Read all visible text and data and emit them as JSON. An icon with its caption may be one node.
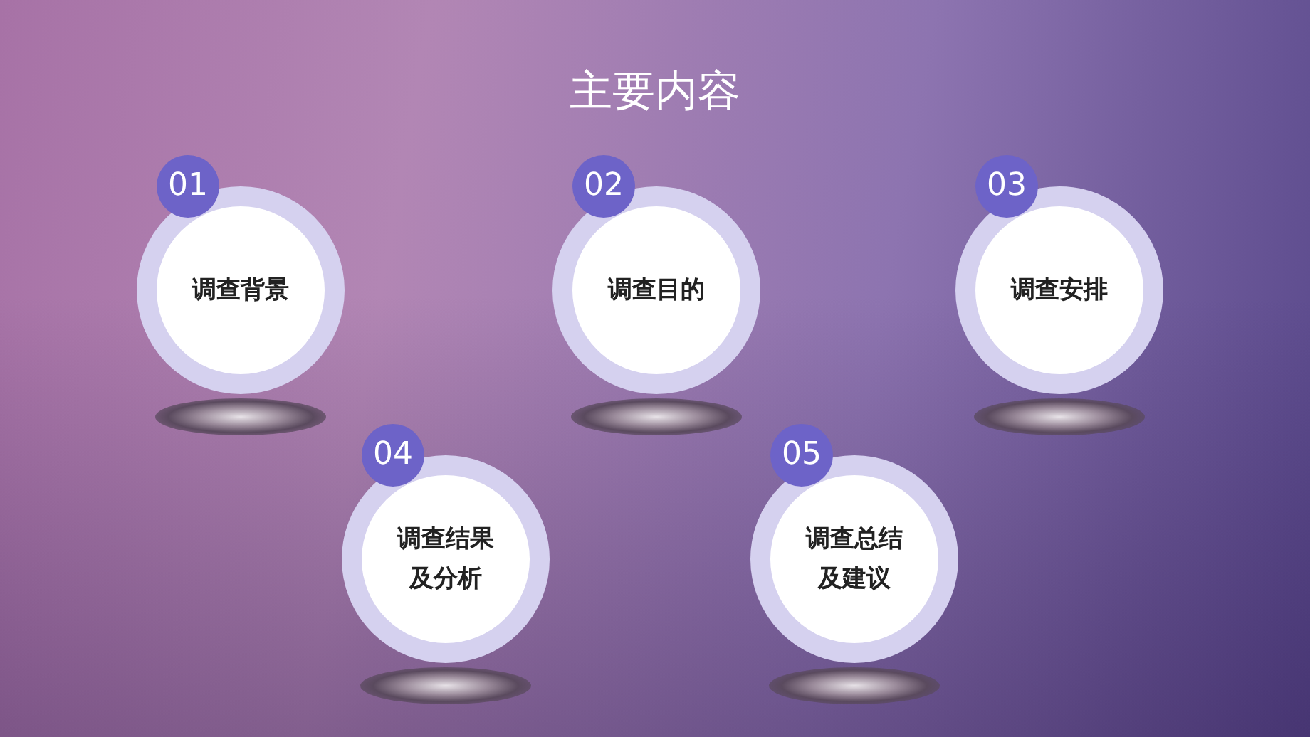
{
  "diagram": {
    "title": "主要内容",
    "nodes": [
      {
        "text": [
          "01"
        ]
      },
      {
        "text": [
          "调查背景"
        ]
      },
      {
        "text": [
          "02"
        ]
      },
      {
        "text": [
          "调查目的"
        ]
      },
      {
        "text": [
          "03"
        ]
      },
      {
        "text": [
          "调查安排"
        ]
      },
      {
        "text": [
          "04"
        ]
      },
      {
        "text": [
          "调查结果及分析"
        ]
      },
      {
        "text": [
          "05"
        ]
      },
      {
        "text": [
          "调查总结及建议"
        ]
      }
    ]
  }
}
